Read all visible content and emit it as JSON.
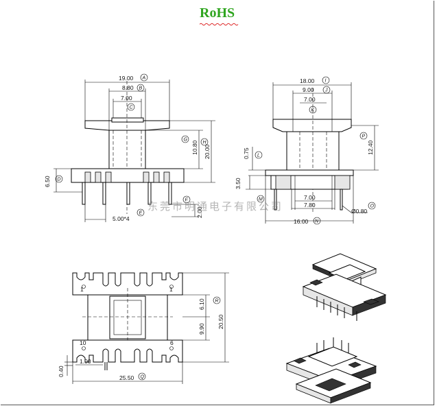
{
  "title": "RoHS",
  "watermark": "东莞市明通电子有限公司",
  "front_view": {
    "dim_a": "19.00",
    "tag_a": "A",
    "dim_b": "8.80",
    "tag_b": "B",
    "dim_c": "7.00",
    "tag_c": "C",
    "dim_g": "10.80",
    "tag_g": "G",
    "dim_h": "20.00",
    "tag_h": "H",
    "dim_d": "6.50",
    "tag_d": "D",
    "dim_e": "5.00*4",
    "tag_e": "E",
    "dim_f": "2.00",
    "tag_f": "F"
  },
  "side_view": {
    "dim_i": "18.00",
    "tag_i": "I",
    "dim_j": "9.00",
    "tag_j": "J",
    "dim_k": "7.00",
    "tag_k": "K",
    "dim_p": "12.40",
    "tag_p": "P",
    "dim_l": "0.75",
    "tag_l": "L",
    "dim_m": "3.50",
    "tag_m": "M",
    "dim_inner": "7.00",
    "dim_outer": "7.80",
    "dim_n": "16.00",
    "tag_n": "N",
    "dim_o": "Ø0.80",
    "tag_o": "O"
  },
  "top_view": {
    "dim_r1": "6.10",
    "dim_r2": "9.90",
    "dim_r": "20.50",
    "tag_r": "R",
    "dim_s": "1.00",
    "dim_t": "0.40",
    "dim_q": "25.50",
    "tag_q": "Q",
    "pin_top_left": "1",
    "pin_top_right": "1",
    "pin_bottom_left": "10",
    "pin_bottom_right": "6"
  }
}
